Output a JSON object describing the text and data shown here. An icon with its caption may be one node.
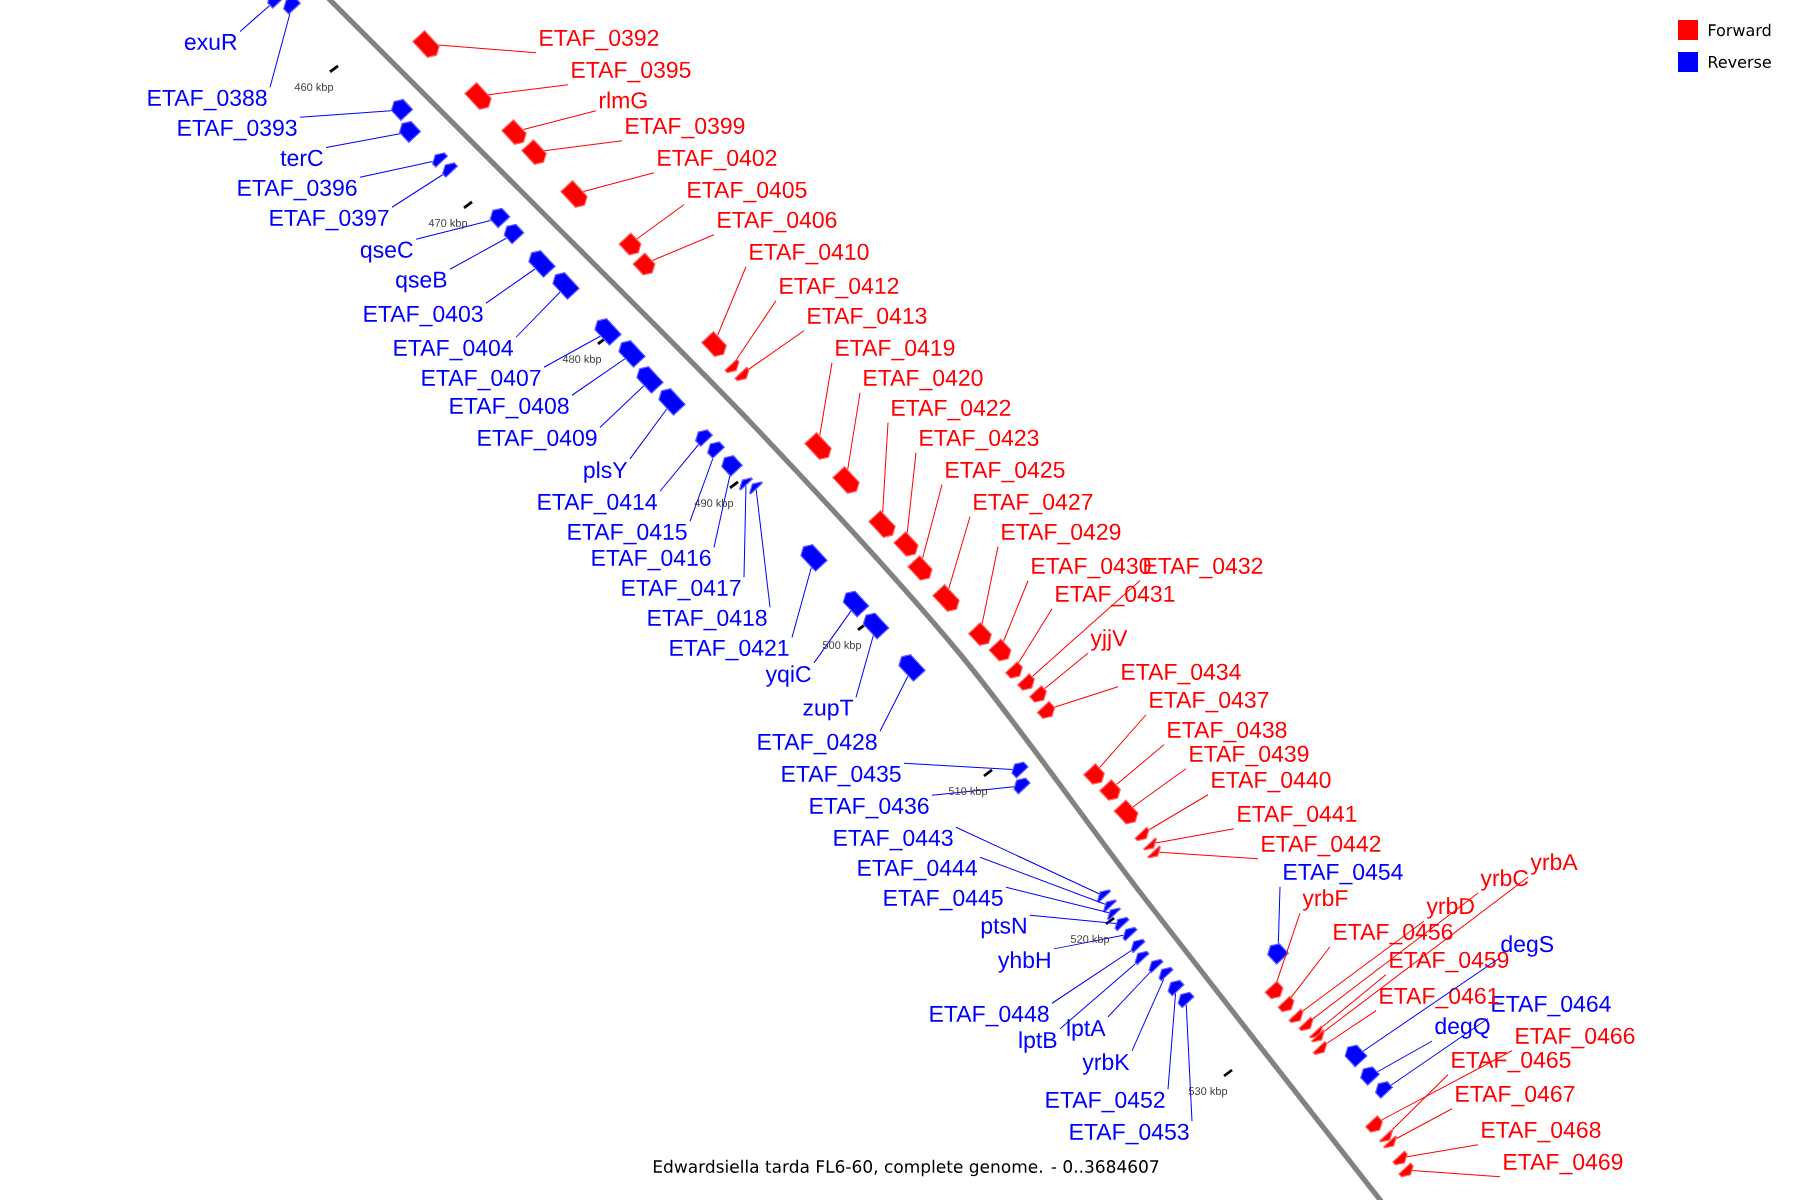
{
  "diagram": {
    "caption": "Edwardsiella tarda FL6-60, complete genome. - 0..3684607",
    "nodes": [
      {
        "text": [
          "exuR"
        ]
      },
      {
        "text": [
          "ETAF_0388"
        ]
      },
      {
        "text": [
          "ETAF_0393"
        ]
      },
      {
        "text": [
          "terC"
        ]
      },
      {
        "text": [
          "ETAF_0396"
        ]
      },
      {
        "text": [
          "ETAF_0397"
        ]
      },
      {
        "text": [
          "qseC"
        ]
      },
      {
        "text": [
          "qseB"
        ]
      },
      {
        "text": [
          "ETAF_0403"
        ]
      },
      {
        "text": [
          "ETAF_0404"
        ]
      },
      {
        "text": [
          "ETAF_0407"
        ]
      },
      {
        "text": [
          "ETAF_0408"
        ]
      },
      {
        "text": [
          "ETAF_0409"
        ]
      },
      {
        "text": [
          "plsY"
        ]
      },
      {
        "text": [
          "ETAF_0414"
        ]
      },
      {
        "text": [
          "ETAF_0415"
        ]
      },
      {
        "text": [
          "ETAF_0416"
        ]
      },
      {
        "text": [
          "ETAF_0417"
        ]
      },
      {
        "text": [
          "ETAF_0418"
        ]
      },
      {
        "text": [
          "ETAF_0421"
        ]
      },
      {
        "text": [
          "yqiC"
        ]
      },
      {
        "text": [
          "zupT"
        ]
      },
      {
        "text": [
          "ETAF_0428"
        ]
      },
      {
        "text": [
          "ETAF_0435"
        ]
      },
      {
        "text": [
          "ETAF_0436"
        ]
      },
      {
        "text": [
          "ETAF_0443"
        ]
      },
      {
        "text": [
          "ETAF_0444"
        ]
      },
      {
        "text": [
          "ETAF_0445"
        ]
      },
      {
        "text": [
          "ptsN"
        ]
      },
      {
        "text": [
          "yhbH"
        ]
      },
      {
        "text": [
          "ETAF_0448"
        ]
      },
      {
        "text": [
          "lptB"
        ]
      },
      {
        "text": [
          "lptA"
        ]
      },
      {
        "text": [
          "yrbK"
        ]
      },
      {
        "text": [
          "ETAF_0452"
        ]
      },
      {
        "text": [
          "ETAF_0453"
        ]
      },
      {
        "text": [
          "ETAF_0454"
        ]
      },
      {
        "text": [
          "degS"
        ]
      },
      {
        "text": [
          "degQ"
        ]
      },
      {
        "text": [
          "ETAF_0464"
        ]
      },
      {
        "text": [
          "ETAF_0392"
        ]
      },
      {
        "text": [
          "ETAF_0395"
        ]
      },
      {
        "text": [
          "rlmG"
        ]
      },
      {
        "text": [
          "ETAF_0399"
        ]
      },
      {
        "text": [
          "ETAF_0402"
        ]
      },
      {
        "text": [
          "ETAF_0405"
        ]
      },
      {
        "text": [
          "ETAF_0406"
        ]
      },
      {
        "text": [
          "ETAF_0410"
        ]
      },
      {
        "text": [
          "ETAF_0412"
        ]
      },
      {
        "text": [
          "ETAF_0413"
        ]
      },
      {
        "text": [
          "ETAF_0419"
        ]
      },
      {
        "text": [
          "ETAF_0420"
        ]
      },
      {
        "text": [
          "ETAF_0422"
        ]
      },
      {
        "text": [
          "ETAF_0423"
        ]
      },
      {
        "text": [
          "ETAF_0425"
        ]
      },
      {
        "text": [
          "ETAF_0427"
        ]
      },
      {
        "text": [
          "ETAF_0429"
        ]
      },
      {
        "text": [
          "ETAF_0430"
        ]
      },
      {
        "text": [
          "ETAF_0431"
        ]
      },
      {
        "text": [
          "ETAF_0432"
        ]
      },
      {
        "text": [
          "yjjV"
        ]
      },
      {
        "text": [
          "ETAF_0434"
        ]
      },
      {
        "text": [
          "ETAF_0437"
        ]
      },
      {
        "text": [
          "ETAF_0438"
        ]
      },
      {
        "text": [
          "ETAF_0439"
        ]
      },
      {
        "text": [
          "ETAF_0440"
        ]
      },
      {
        "text": [
          "ETAF_0441"
        ]
      },
      {
        "text": [
          "ETAF_0442"
        ]
      },
      {
        "text": [
          "yrbF"
        ]
      },
      {
        "text": [
          "ETAF_0456"
        ]
      },
      {
        "text": [
          "yrbD"
        ]
      },
      {
        "text": [
          "yrbC"
        ]
      },
      {
        "text": [
          "yrbA"
        ]
      },
      {
        "text": [
          "ETAF_0459"
        ]
      },
      {
        "text": [
          "ETAF_0461"
        ]
      },
      {
        "text": [
          "ETAF_0466"
        ]
      },
      {
        "text": [
          "ETAF_0465"
        ]
      },
      {
        "text": [
          "ETAF_0467"
        ]
      },
      {
        "text": [
          "ETAF_0468"
        ]
      },
      {
        "text": [
          "ETAF_0469"
        ]
      },
      {
        "text": [],
        "shape": "arrow"
      },
      {
        "text": [],
        "shape": "arrow"
      },
      {
        "text": [],
        "shape": "arrow"
      },
      {
        "text": [],
        "shape": "arrow"
      },
      {
        "text": [],
        "shape": "arrow"
      },
      {
        "text": [],
        "shape": "arrow"
      },
      {
        "text": [],
        "shape": "arrow"
      },
      {
        "text": [],
        "shape": "arrow"
      },
      {
        "text": [],
        "shape": "arrow"
      },
      {
        "text": [],
        "shape": "arrow"
      },
      {
        "text": [],
        "shape": "arrow"
      },
      {
        "text": [],
        "shape": "arrow"
      },
      {
        "text": [],
        "shape": "arrow"
      },
      {
        "text": [],
        "shape": "arrow"
      },
      {
        "text": [],
        "shape": "arrow"
      },
      {
        "text": [],
        "shape": "arrow"
      },
      {
        "text": [],
        "shape": "arrow"
      },
      {
        "text": [],
        "shape": "arrow"
      },
      {
        "text": [],
        "shape": "arrow"
      },
      {
        "text": [],
        "shape": "arrow"
      },
      {
        "text": [],
        "shape": "arrow"
      },
      {
        "text": [],
        "shape": "arrow"
      },
      {
        "text": [],
        "shape": "arrow"
      },
      {
        "text": [],
        "shape": "arrow"
      },
      {
        "text": [],
        "shape": "arrow"
      },
      {
        "text": [],
        "shape": "arrow"
      },
      {
        "text": [],
        "shape": "arrow"
      },
      {
        "text": [],
        "shape": "arrow"
      },
      {
        "text": [],
        "shape": "arrow"
      },
      {
        "text": [],
        "shape": "arrow"
      },
      {
        "text": [],
        "shape": "arrow"
      },
      {
        "text": [],
        "shape": "arrow"
      },
      {
        "text": [],
        "shape": "arrow"
      },
      {
        "text": [],
        "shape": "arrow"
      },
      {
        "text": [],
        "shape": "arrow"
      },
      {
        "text": [],
        "shape": "arrow"
      },
      {
        "text": [],
        "shape": "arrow"
      },
      {
        "text": [],
        "shape": "arrow"
      },
      {
        "text": [],
        "shape": "arrow"
      },
      {
        "text": [],
        "shape": "arrow"
      },
      {
        "text": [],
        "shape": "arrow"
      },
      {
        "text": [],
        "shape": "arrow"
      },
      {
        "text": [],
        "shape": "arrow"
      },
      {
        "text": [],
        "shape": "arrow"
      },
      {
        "text": [],
        "shape": "arrow"
      },
      {
        "text": [],
        "shape": "arrow"
      },
      {
        "text": [],
        "shape": "arrow"
      },
      {
        "text": [],
        "shape": "arrow"
      },
      {
        "text": [],
        "shape": "arrow"
      },
      {
        "text": [],
        "shape": "arrow"
      },
      {
        "text": [],
        "shape": "arrow"
      },
      {
        "text": [],
        "shape": "arrow"
      },
      {
        "text": [],
        "shape": "arrow"
      },
      {
        "text": [],
        "shape": "arrow"
      },
      {
        "text": [],
        "shape": "arrow"
      },
      {
        "text": [],
        "shape": "arrow"
      },
      {
        "text": [],
        "shape": "arrow"
      },
      {
        "text": [],
        "shape": "arrow"
      },
      {
        "text": [],
        "shape": "arrow"
      },
      {
        "text": [],
        "shape": "arrow"
      },
      {
        "text": [],
        "shape": "arrow"
      },
      {
        "text": [],
        "shape": "arrow"
      },
      {
        "text": [],
        "shape": "arrow"
      },
      {
        "text": [],
        "shape": "arrow"
      },
      {
        "text": [],
        "shape": "arrow"
      },
      {
        "text": [],
        "shape": "arrow"
      },
      {
        "text": [],
        "shape": "arrow"
      },
      {
        "text": [],
        "shape": "arrow"
      },
      {
        "text": [],
        "shape": "arrow"
      },
      {
        "text": [],
        "shape": "arrow"
      },
      {
        "text": [],
        "shape": "arrow"
      },
      {
        "text": [],
        "shape": "arrow"
      },
      {
        "text": [],
        "shape": "arrow"
      },
      {
        "text": [],
        "shape": "arrow"
      },
      {
        "text": [],
        "shape": "arrow"
      },
      {
        "text": [],
        "shape": "arrow"
      },
      {
        "text": [],
        "shape": "arrow"
      },
      {
        "text": [],
        "shape": "arrow"
      },
      {
        "text": [],
        "shape": "arrow"
      },
      {
        "text": [],
        "shape": "arrow"
      }
    ],
    "edges": [
      {
        "from": 0,
        "to": 80,
        "arrow": "none",
        "color": "#0000ff"
      },
      {
        "from": 1,
        "to": 81,
        "arrow": "none",
        "color": "#0000ff"
      },
      {
        "from": 2,
        "to": 84,
        "arrow": "none",
        "color": "#0000ff"
      },
      {
        "from": 3,
        "to": 86,
        "arrow": "none",
        "color": "#0000ff"
      },
      {
        "from": 4,
        "to": 88,
        "arrow": "none",
        "color": "#0000ff"
      },
      {
        "from": 5,
        "to": 89,
        "arrow": "none",
        "color": "#0000ff"
      },
      {
        "from": 6,
        "to": 91,
        "arrow": "none",
        "color": "#0000ff"
      },
      {
        "from": 7,
        "to": 93,
        "arrow": "none",
        "color": "#0000ff"
      },
      {
        "from": 8,
        "to": 95,
        "arrow": "none",
        "color": "#0000ff"
      },
      {
        "from": 9,
        "to": 96,
        "arrow": "none",
        "color": "#0000ff"
      },
      {
        "from": 10,
        "to": 98,
        "arrow": "none",
        "color": "#0000ff"
      },
      {
        "from": 11,
        "to": 100,
        "arrow": "none",
        "color": "#0000ff"
      },
      {
        "from": 12,
        "to": 102,
        "arrow": "none",
        "color": "#0000ff"
      },
      {
        "from": 13,
        "to": 103,
        "arrow": "none",
        "color": "#0000ff"
      },
      {
        "from": 14,
        "to": 105,
        "arrow": "none",
        "color": "#0000ff"
      },
      {
        "from": 15,
        "to": 106,
        "arrow": "none",
        "color": "#0000ff"
      },
      {
        "from": 16,
        "to": 108,
        "arrow": "none",
        "color": "#0000ff"
      },
      {
        "from": 17,
        "to": 109,
        "arrow": "none",
        "color": "#0000ff"
      },
      {
        "from": 18,
        "to": 110,
        "arrow": "none",
        "color": "#0000ff"
      },
      {
        "from": 19,
        "to": 114,
        "arrow": "none",
        "color": "#0000ff"
      },
      {
        "from": 20,
        "to": 116,
        "arrow": "none",
        "color": "#0000ff"
      },
      {
        "from": 21,
        "to": 118,
        "arrow": "none",
        "color": "#0000ff"
      },
      {
        "from": 22,
        "to": 122,
        "arrow": "none",
        "color": "#0000ff"
      },
      {
        "from": 23,
        "to": 126,
        "arrow": "none",
        "color": "#0000ff"
      },
      {
        "from": 24,
        "to": 128,
        "arrow": "none",
        "color": "#0000ff"
      },
      {
        "from": 25,
        "to": 133,
        "arrow": "none",
        "color": "#0000ff"
      },
      {
        "from": 26,
        "to": 134,
        "arrow": "none",
        "color": "#0000ff"
      },
      {
        "from": 27,
        "to": 135,
        "arrow": "none",
        "color": "#0000ff"
      },
      {
        "from": 28,
        "to": 136,
        "arrow": "none",
        "color": "#0000ff"
      },
      {
        "from": 29,
        "to": 137,
        "arrow": "none",
        "color": "#0000ff"
      },
      {
        "from": 30,
        "to": 138,
        "arrow": "none",
        "color": "#0000ff"
      },
      {
        "from": 31,
        "to": 140,
        "arrow": "none",
        "color": "#0000ff"
      },
      {
        "from": 32,
        "to": 141,
        "arrow": "none",
        "color": "#0000ff"
      },
      {
        "from": 33,
        "to": 143,
        "arrow": "none",
        "color": "#0000ff"
      },
      {
        "from": 34,
        "to": 145,
        "arrow": "none",
        "color": "#0000ff"
      },
      {
        "from": 35,
        "to": 147,
        "arrow": "none",
        "color": "#0000ff"
      },
      {
        "from": 36,
        "to": 139,
        "arrow": "none",
        "color": "#0000ff"
      },
      {
        "from": 37,
        "to": 152,
        "arrow": "none",
        "color": "#0000ff"
      },
      {
        "from": 38,
        "to": 153,
        "arrow": "none",
        "color": "#0000ff"
      },
      {
        "from": 39,
        "to": 154,
        "arrow": "none",
        "color": "#0000ff"
      },
      {
        "from": 40,
        "to": 82,
        "arrow": "none",
        "color": "#ff0000"
      },
      {
        "from": 41,
        "to": 83,
        "arrow": "none",
        "color": "#ff0000"
      },
      {
        "from": 42,
        "to": 85,
        "arrow": "none",
        "color": "#ff0000"
      },
      {
        "from": 43,
        "to": 87,
        "arrow": "none",
        "color": "#ff0000"
      },
      {
        "from": 44,
        "to": 90,
        "arrow": "none",
        "color": "#ff0000"
      },
      {
        "from": 45,
        "to": 92,
        "arrow": "none",
        "color": "#ff0000"
      },
      {
        "from": 46,
        "to": 94,
        "arrow": "none",
        "color": "#ff0000"
      },
      {
        "from": 47,
        "to": 97,
        "arrow": "none",
        "color": "#ff0000"
      },
      {
        "from": 48,
        "to": 99,
        "arrow": "none",
        "color": "#ff0000"
      },
      {
        "from": 49,
        "to": 101,
        "arrow": "none",
        "color": "#ff0000"
      },
      {
        "from": 50,
        "to": 104,
        "arrow": "none",
        "color": "#ff0000"
      },
      {
        "from": 51,
        "to": 107,
        "arrow": "none",
        "color": "#ff0000"
      },
      {
        "from": 52,
        "to": 111,
        "arrow": "none",
        "color": "#ff0000"
      },
      {
        "from": 53,
        "to": 112,
        "arrow": "none",
        "color": "#ff0000"
      },
      {
        "from": 54,
        "to": 113,
        "arrow": "none",
        "color": "#ff0000"
      },
      {
        "from": 55,
        "to": 115,
        "arrow": "none",
        "color": "#ff0000"
      },
      {
        "from": 56,
        "to": 117,
        "arrow": "none",
        "color": "#ff0000"
      },
      {
        "from": 57,
        "to": 119,
        "arrow": "none",
        "color": "#ff0000"
      },
      {
        "from": 58,
        "to": 120,
        "arrow": "none",
        "color": "#ff0000"
      },
      {
        "from": 59,
        "to": 121,
        "arrow": "none",
        "color": "#ff0000"
      },
      {
        "from": 60,
        "to": 123,
        "arrow": "none",
        "color": "#ff0000"
      },
      {
        "from": 61,
        "to": 124,
        "arrow": "none",
        "color": "#ff0000"
      },
      {
        "from": 62,
        "to": 125,
        "arrow": "none",
        "color": "#ff0000"
      },
      {
        "from": 63,
        "to": 127,
        "arrow": "none",
        "color": "#ff0000"
      },
      {
        "from": 64,
        "to": 129,
        "arrow": "none",
        "color": "#ff0000"
      },
      {
        "from": 65,
        "to": 130,
        "arrow": "none",
        "color": "#ff0000"
      },
      {
        "from": 66,
        "to": 131,
        "arrow": "none",
        "color": "#ff0000"
      },
      {
        "from": 67,
        "to": 132,
        "arrow": "none",
        "color": "#ff0000"
      },
      {
        "from": 68,
        "to": 142,
        "arrow": "none",
        "color": "#ff0000"
      },
      {
        "from": 69,
        "to": 144,
        "arrow": "none",
        "color": "#ff0000"
      },
      {
        "from": 70,
        "to": 146,
        "arrow": "none",
        "color": "#ff0000"
      },
      {
        "from": 71,
        "to": 148,
        "arrow": "none",
        "color": "#ff0000"
      },
      {
        "from": 72,
        "to": 150,
        "arrow": "none",
        "color": "#ff0000"
      },
      {
        "from": 73,
        "to": 149,
        "arrow": "none",
        "color": "#ff0000"
      },
      {
        "from": 74,
        "to": 151,
        "arrow": "none",
        "color": "#ff0000"
      },
      {
        "from": 75,
        "to": 155,
        "arrow": "none",
        "color": "#ff0000"
      },
      {
        "from": 76,
        "to": 156,
        "arrow": "none",
        "color": "#ff0000"
      },
      {
        "from": 77,
        "to": 157,
        "arrow": "none",
        "color": "#ff0000"
      },
      {
        "from": 78,
        "to": 158,
        "arrow": "none",
        "color": "#ff0000"
      },
      {
        "from": 79,
        "to": 159,
        "arrow": "none",
        "color": "#ff0000"
      }
    ],
    "labels": [
      "460 kbp",
      "470 kbp",
      "480 kbp",
      "490 kbp",
      "500 kbp",
      "510 kbp",
      "520 kbp",
      "530 kbp"
    ],
    "legend": [
      {
        "text": "Forward",
        "color": "#ff0000"
      },
      {
        "text": "Reverse",
        "color": "#0000ff"
      }
    ]
  }
}
